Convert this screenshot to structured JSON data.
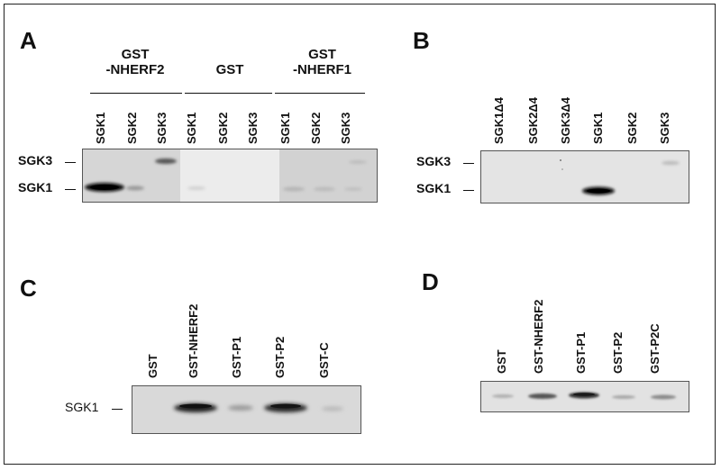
{
  "panel_a": {
    "letter": "A",
    "groups": [
      {
        "label": "GST\n-NHERF2",
        "lanes": [
          "SGK1",
          "SGK2",
          "SGK3"
        ]
      },
      {
        "label": "GST",
        "lanes": [
          "SGK1",
          "SGK2",
          "SGK3"
        ]
      },
      {
        "label": "GST\n-NHERF1",
        "lanes": [
          "SGK1",
          "SGK2",
          "SGK3"
        ]
      }
    ],
    "markers": [
      "SGK3",
      "SGK1"
    ]
  },
  "panel_b": {
    "letter": "B",
    "lanes": [
      "SGK1Δ4",
      "SGK2Δ4",
      "SGK3Δ4",
      "SGK1",
      "SGK2",
      "SGK3"
    ],
    "markers": [
      "SGK3",
      "SGK1"
    ]
  },
  "panel_c": {
    "letter": "C",
    "lanes": [
      "GST",
      "GST-NHERF2",
      "GST-P1",
      "GST-P2",
      "GST-C"
    ],
    "markers": [
      "SGK1"
    ]
  },
  "panel_d": {
    "letter": "D",
    "lanes": [
      "GST",
      "GST-NHERF2",
      "GST-P1",
      "GST-P2",
      "GST-P2C"
    ]
  }
}
